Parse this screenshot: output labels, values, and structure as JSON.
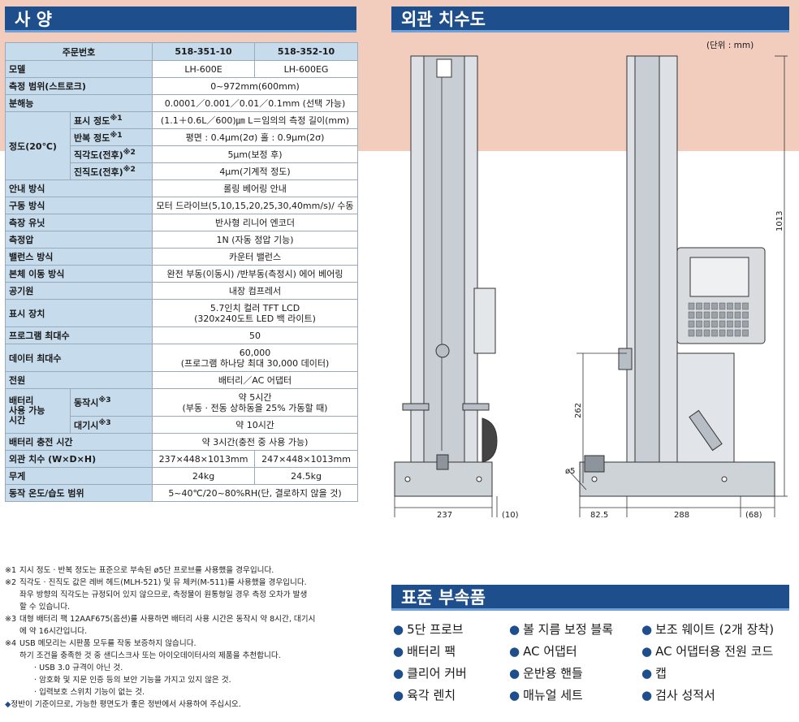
{
  "spec_title": "사 양",
  "dimension_title": "외관 치수도",
  "accessories_title": "표준 부속품",
  "unit_label": "(단위 : mm)",
  "spec": {
    "col_header": "주문번호",
    "models": [
      "518-351-10",
      "518-352-10"
    ],
    "rows": {
      "model": {
        "label": "모델",
        "v1": "LH-600E",
        "v2": "LH-600EG"
      },
      "range": {
        "label": "측정 범위(스트로크)",
        "value": "0~972mm(600mm)"
      },
      "resolution": {
        "label": "분해능",
        "value": "0.0001／0.001／0.01／0.1mm (선택 가능)"
      },
      "accuracy": {
        "label": "정도(20℃)",
        "display": {
          "label": "표시 정도",
          "mark": "※1",
          "value": "(1.1＋0.6L／600)㎛ L＝임의의 측정 길이(mm)"
        },
        "repeat": {
          "label": "반복 정도",
          "mark": "※1",
          "value": "평면 : 0.4μm(2σ) 홀 : 0.9μm(2σ)"
        },
        "perpendicular": {
          "label": "직각도(전후)",
          "mark": "※2",
          "value": "5μm(보정 후)"
        },
        "straightness": {
          "label": "진직도(전후)",
          "mark": "※2",
          "value": "4μm(기계적 정도)"
        }
      },
      "guide": {
        "label": "안내 방식",
        "value": "롤링 베어링 안내"
      },
      "drive": {
        "label": "구동 방식",
        "value": "모터 드라이브(5,10,15,20,25,30,40mm/s)/ 수동"
      },
      "scale": {
        "label": "측장 유닛",
        "value": "반사형 리니어 엔코더"
      },
      "force": {
        "label": "측정압",
        "value": "1N (자동 정압 기능)"
      },
      "balance": {
        "label": "밸런스 방식",
        "value": "카운터 밸런스"
      },
      "movement": {
        "label": "본체 이동 방식",
        "value": "완전 부동(이동시) /반부동(측정시) 에어 베어링"
      },
      "air": {
        "label": "공기원",
        "value": "내장 컴프레서"
      },
      "display": {
        "label": "표시 장치",
        "value1": "5.7인치 컬러 TFT LCD",
        "value2": "(320x240도트 LED 백 라이트)"
      },
      "programs": {
        "label": "프로그램 최대수",
        "value": "50"
      },
      "data_max": {
        "label": "데이터 최대수",
        "value1": "60,000",
        "value2": "(프로그램 하나당 최대 30,000 데이터)"
      },
      "power": {
        "label": "전원",
        "value": "배터리／AC 어댑터"
      },
      "battery": {
        "label1": "배터리",
        "label2": "사용 가능",
        "label3": "시간",
        "operating": {
          "label": "동작시",
          "mark": "※3",
          "value1": "약 5시간",
          "value2": "(부동 · 전동 상하동을 25% 가동할 때)"
        },
        "standby": {
          "label": "대기시",
          "mark": "※3",
          "value": "약 10시간"
        }
      },
      "charge": {
        "label": "배터리 충전 시간",
        "value": "약 3시간(충전 중 사용 가능)"
      },
      "dims": {
        "label": "외관 치수 (W×D×H)",
        "v1": "237×448×1013mm",
        "v2": "247×448×1013mm"
      },
      "weight": {
        "label": "무게",
        "v1": "24kg",
        "v2": "24.5kg"
      },
      "env": {
        "label": "동작 온도/습도 범위",
        "value": "5~40℃/20~80%RH(단, 결로하지 않을 것)"
      }
    }
  },
  "notes": {
    "n1": {
      "mark": "※1",
      "text": "지시 정도 · 반복 정도는 표준으로 부속된 ø5단 프로브를 사용했을 경우입니다."
    },
    "n2": {
      "mark": "※2",
      "text": "직각도 · 진직도 값은 레버 헤드(MLH-521) 및 뮤 체커(M-511)를 사용했을 경우입니다.",
      "line2": "좌우 방향의 직각도는 규정되어 있지 않으므로, 측정물이 원통형일 경우 측정 오차가 발생",
      "line3": "할 수 있습니다."
    },
    "n3": {
      "mark": "※3",
      "text": "대형 배터리 팩 12AAF675(옵션)를 사용하면 배터리 사용 시간은 동작시 약 8시간, 대기시",
      "line2": "에 약 16시간입니다."
    },
    "n4": {
      "mark": "※4",
      "text": "USB 메모리는 시판품 모두를 작동 보증하지 않습니다.",
      "line2": "하기 조건을 충족한 것 중 샌디스크사 또는 아이오데이터사의 제품을 추천합니다.",
      "b1": "· USB 3.0 규격이 아닌 것.",
      "b2": "· 암호화 및 지문 인증 등의 보안 기능을 가지고 있지 않은 것.",
      "b3": "· 입력보호 스위치 기능이 없는 것."
    },
    "diamond": "◆",
    "last": "정반이 기준이므로, 가능한 평면도가 좋은 정반에서 사용하여 주십시오."
  },
  "dimensions": {
    "front_width": "237",
    "front_side": "(10)",
    "height": "1013",
    "lower": "262",
    "probe": "ø5",
    "side_left": "82.5",
    "side_depth": "288",
    "side_right": "(68)"
  },
  "accessories": {
    "bullet": "●",
    "col1": [
      "5단 프로브",
      "배터리 팩",
      "클리어 커버",
      "육각 렌치"
    ],
    "col2": [
      "볼 지름 보정 블록",
      "AC 어댑터",
      "운반용 핸들",
      "매뉴얼 세트"
    ],
    "col3": [
      "보조 웨이트 (2개 장착)",
      "AC 어댑터용 전원 코드",
      "캡",
      "검사 성적서"
    ]
  }
}
